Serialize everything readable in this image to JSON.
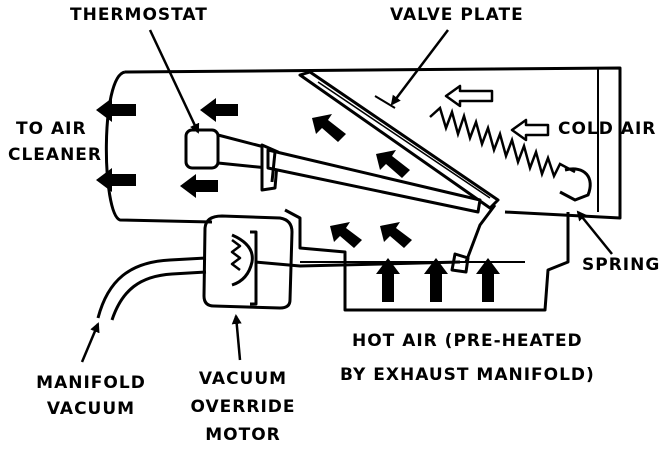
{
  "labels": {
    "thermostat": "THERMOSTAT",
    "valve_plate": "VALVE PLATE",
    "to_air_cleaner_1": "TO AIR",
    "to_air_cleaner_2": "CLEANER",
    "cold_air": "COLD AIR",
    "spring": "SPRING",
    "hot_air_1": "HOT AIR (PRE-HEATED",
    "hot_air_2": "BY EXHAUST MANIFOLD)",
    "manifold_1": "MANIFOLD",
    "manifold_2": "VACUUM",
    "motor_1": "VACUUM",
    "motor_2": "OVERRIDE",
    "motor_3": "MOTOR"
  },
  "colors": {
    "ink": "#000000",
    "paper": "#ffffff"
  }
}
